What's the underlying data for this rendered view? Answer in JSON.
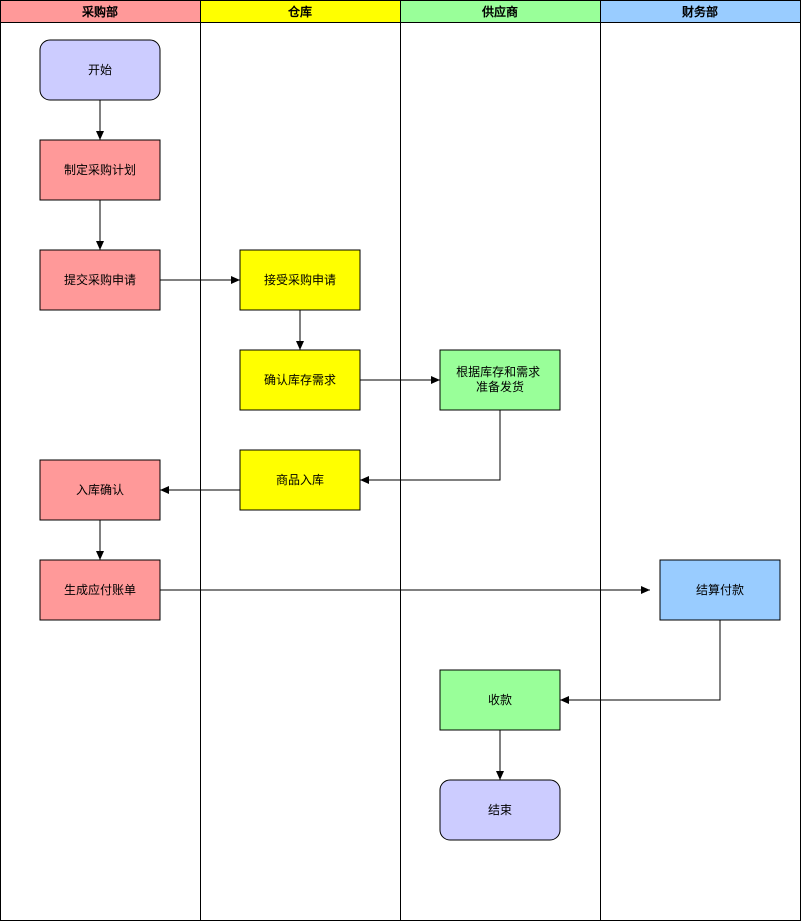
{
  "lanes": [
    {
      "id": "purchasing",
      "label": "采购部",
      "color": "#ff9999"
    },
    {
      "id": "warehouse",
      "label": "仓库",
      "color": "#ffff00"
    },
    {
      "id": "supplier",
      "label": "供应商",
      "color": "#99ff99"
    },
    {
      "id": "finance",
      "label": "财务部",
      "color": "#99ccff"
    }
  ],
  "nodes": {
    "start": {
      "label": "开始",
      "color": "#ccccff"
    },
    "make_plan": {
      "label": "制定采购计划",
      "color": "#ff9999"
    },
    "submit_request": {
      "label": "提交采购申请",
      "color": "#ff9999"
    },
    "accept_request": {
      "label": "接受采购申请",
      "color": "#ffff00"
    },
    "confirm_stock": {
      "label": "确认库存需求",
      "color": "#ffff00"
    },
    "prepare_ship": {
      "label": "根据库存和需求准备发货",
      "lines": [
        "根据库存和需求",
        "准备发货"
      ],
      "color": "#99ff99"
    },
    "goods_in": {
      "label": "商品入库",
      "color": "#ffff00"
    },
    "in_confirm": {
      "label": "入库确认",
      "color": "#ff9999"
    },
    "make_bill": {
      "label": "生成应付账单",
      "color": "#ff9999"
    },
    "settle": {
      "label": "结算付款",
      "color": "#99ccff"
    },
    "receive": {
      "label": "收款",
      "color": "#99ff99"
    },
    "end": {
      "label": "结束",
      "color": "#ccccff"
    }
  }
}
